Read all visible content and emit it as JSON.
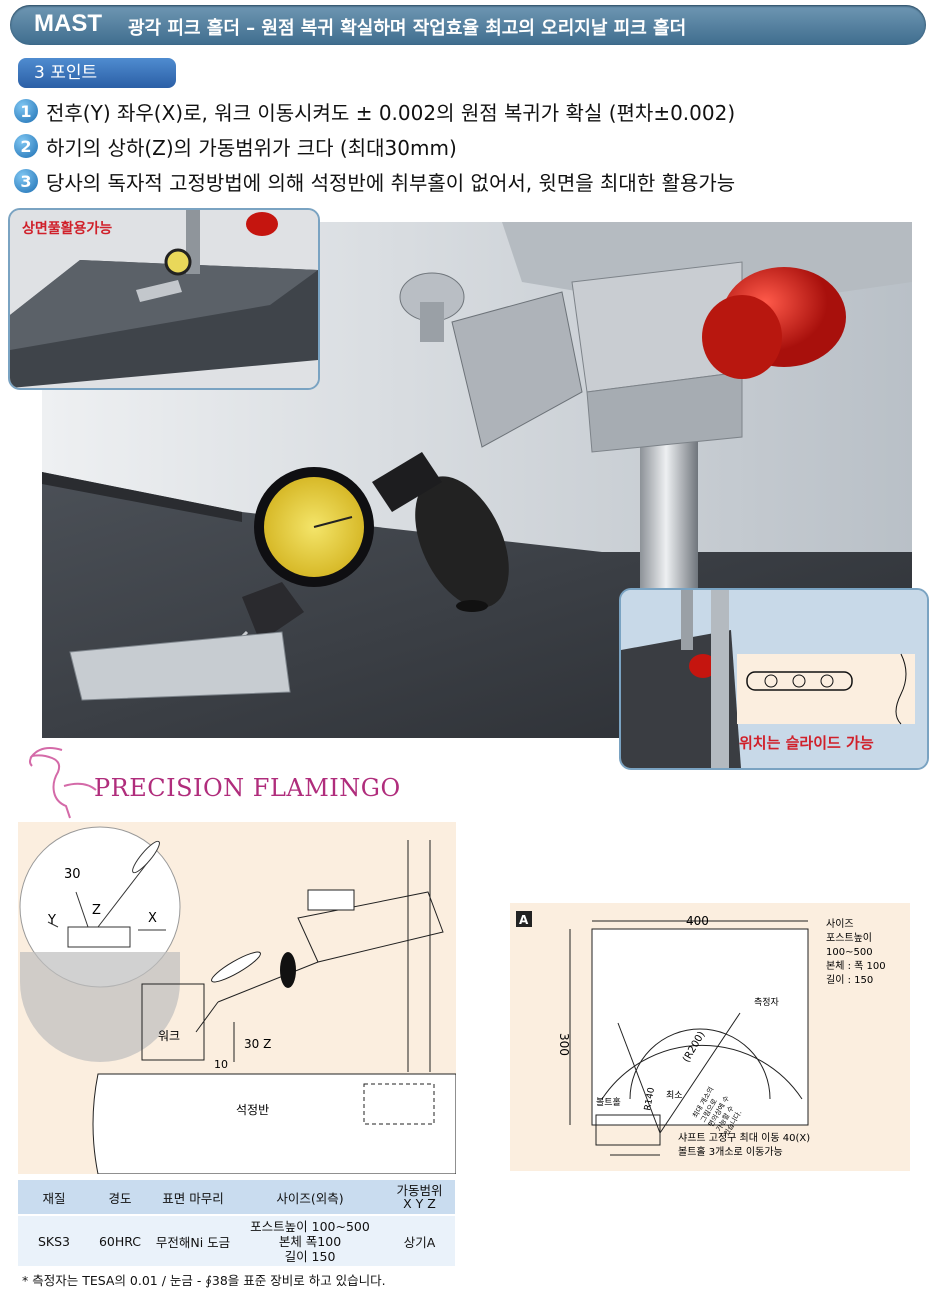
{
  "title": {
    "brand": "MAST",
    "subtitle": "광각 피크 홀더 – 원점 복귀 확실하며 작업효율 최고의 오리지날 피크 홀더"
  },
  "points": {
    "badge": "3 포인트",
    "items": [
      {
        "num": "1",
        "text": "전후(Y) 좌우(X)로, 워크 이동시켜도 ± 0.002의 원점 복귀가 확실 (편차±0.002)"
      },
      {
        "num": "2",
        "text": "하기의 상하(Z)의 가동범위가 크다 (최대30mm)"
      },
      {
        "num": "3",
        "text": "당사의 독자적 고정방법에 의해 석정반에 취부홀이 없어서, 윗면을 최대한 활용가능"
      }
    ]
  },
  "photo": {
    "inset_left_label": "상면풀활용가능",
    "inset_right_label": "위치는 슬라이드 가능"
  },
  "logo": {
    "text": "PRECISION FLAMINGO"
  },
  "diagram": {
    "angle": "30",
    "axis_z": "Z",
    "axis_y": "Y",
    "axis_x": "X",
    "work": "워크",
    "z_range": "30 Z",
    "offset": "10",
    "plate": "석정반"
  },
  "dimension": {
    "tag": "A",
    "width": "400",
    "height": "300",
    "radius": "(R200)",
    "r140": "R140",
    "min": "최소",
    "probe": "측정자",
    "bolt_hole": "볼트홀",
    "arc_note": [
      "최대 개소의",
      "그림으로",
      "편의상에 수",
      "가능할 수",
      "있습니다."
    ],
    "spec_lines": [
      "사이즈",
      "포스트높이",
      "100~500",
      "본체 : 폭 100",
      "길이 : 150"
    ],
    "shaft_note": "샤프트 고정구 최대 이동 40(X)",
    "bolt_note": "볼트홀 3개소로 이동가능"
  },
  "table": {
    "headers": [
      "재질",
      "경도",
      "표면 마무리",
      "사이즈(외측)",
      "가동범위"
    ],
    "header_axes": "X Y Z",
    "row": {
      "material": "SKS3",
      "hardness": "60HRC",
      "finish": "무전해Ni 도금",
      "size_lines": [
        "포스트높이 100~500",
        "본체  폭100",
        "길이 150"
      ],
      "range": "상기A"
    }
  },
  "footnote": "* 측정자는 TESA의 0.01 / 눈금 - ∮38을 표준 장비로 하고 있습니다.",
  "colors": {
    "title_bar": "#4f7c9c",
    "badge": "#3470b8",
    "label_red": "#d0202a",
    "logo": "#b02d7c",
    "panel_bg": "#fbeedf",
    "table_head": "#c9dcef"
  }
}
